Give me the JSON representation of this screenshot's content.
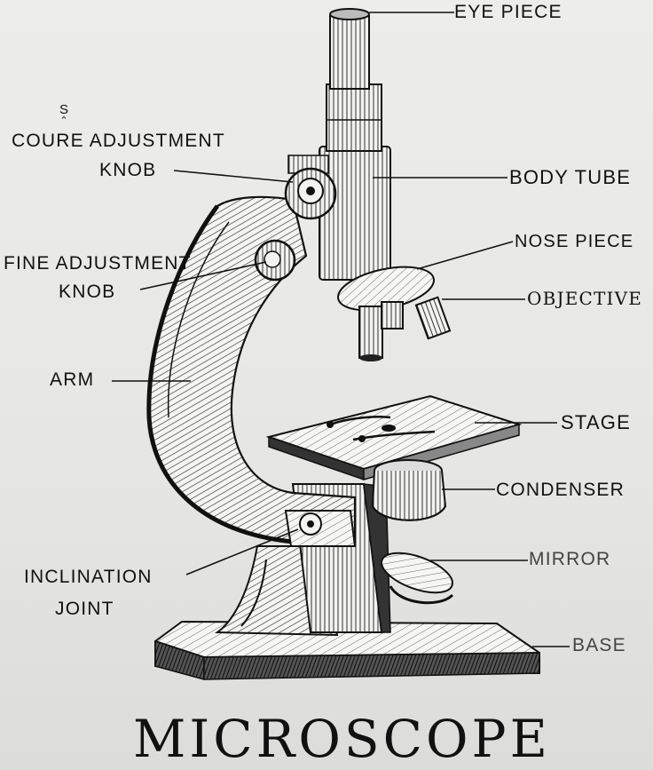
{
  "title": "MICROSCOPE",
  "labels": {
    "eyepiece": "EYE PIECE",
    "coarse_line1": "COURE ADJUSTMENT",
    "coarse_line2": "KNOB",
    "coarse_insert": "S",
    "body_tube": "BODY TUBE",
    "nose_piece": "NOSE PIECE",
    "fine_line1": "FINE ADJUSTMENT",
    "fine_line2": "KNOB",
    "objective": "OBJECTIVE",
    "arm": "ARM",
    "stage": "STAGE",
    "condenser": "CONDENSER",
    "mirror": "MIRROR",
    "inclination_line1": "INCLINATION",
    "inclination_line2": "JOINT",
    "base": "BASE"
  },
  "colors": {
    "ink": "#111111",
    "paper": "#e9e9e7"
  }
}
